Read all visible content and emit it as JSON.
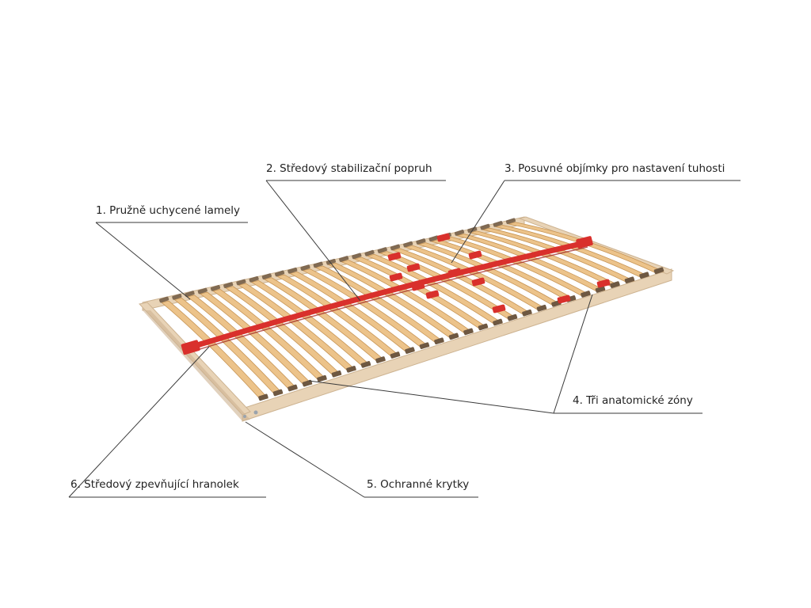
{
  "callouts": [
    {
      "id": 1,
      "text": "1. Pružně uchycené lamely"
    },
    {
      "id": 2,
      "text": "2. Středový stabilizační  popruh"
    },
    {
      "id": 3,
      "text": "3. Posuvné objímky pro nastavení tuhosti"
    },
    {
      "id": 4,
      "text": "4. Tři anatomické zóny"
    },
    {
      "id": 5,
      "text": "5. Ochranné krytky"
    },
    {
      "id": 6,
      "text": "6. Středový zpevňující hranolek"
    }
  ],
  "colors": {
    "frame": "#e8d3b6",
    "frame_shadow": "#cdb391",
    "slat": "#ecc38a",
    "slat_edge": "#c79556",
    "cap": "#6e5842",
    "strap": "#d9302c",
    "strap_dark": "#9e1f1b",
    "leader": "#3a3a3a",
    "text": "#222222"
  }
}
